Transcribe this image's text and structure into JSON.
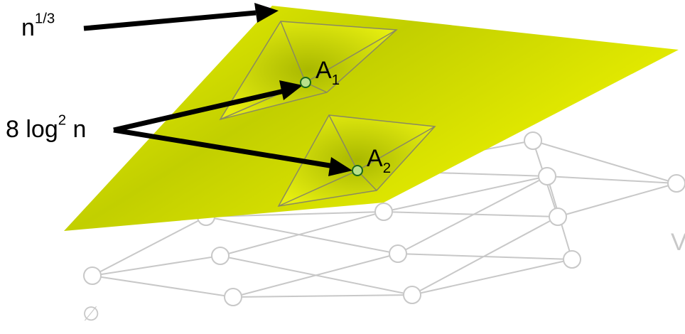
{
  "labels": {
    "n_base": "n",
    "n_exp": "1/3",
    "log_prefix": "8 log",
    "log_exp": "2",
    "log_suffix": " n",
    "a1_base": "A",
    "a1_sub": "1",
    "a2_base": "A",
    "a2_sub": "2",
    "empty_set": "∅",
    "v_label": "V"
  },
  "colors": {
    "plane": "#e6f000",
    "plane_dark": "#b4c800",
    "lattice": "#c8c8c8",
    "arrow": "#000000",
    "point_fill": "#b8e08a",
    "point_stroke": "#1a6a1a",
    "pyramid_stroke": "#8a8a60"
  }
}
